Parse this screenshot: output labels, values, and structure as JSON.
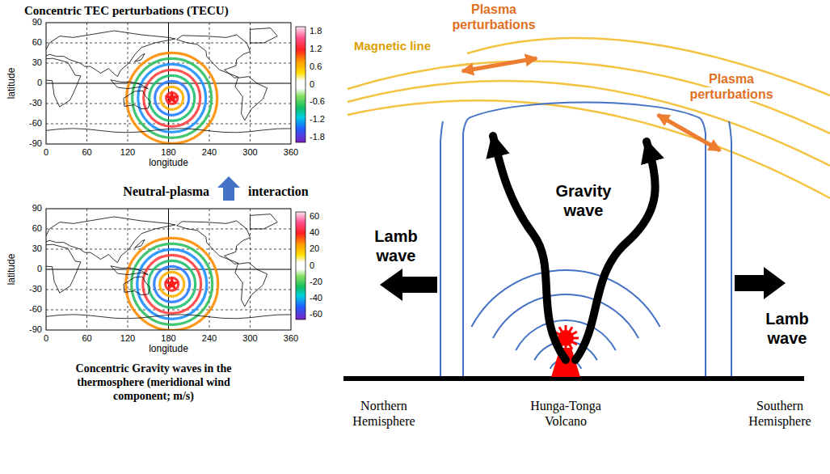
{
  "diagram": {
    "nodes": [
      {
        "text": [
          "Concentric TEC perturbations (TECU)"
        ]
      },
      {
        "text": [
          "Concentric Gravity waves in the thermosphere (meridional wind component; m/s)"
        ]
      }
    ],
    "edges": [
      {
        "from": 1,
        "to": 0,
        "arrow": "to",
        "label": "Neutral-plasma interaction"
      }
    ],
    "labels": [
      "90",
      "60",
      "30",
      "0",
      "-30",
      "-60",
      "-90",
      "0",
      "60",
      "120",
      "180",
      "240",
      "300",
      "360",
      "latitude",
      "longitude",
      "1.8",
      "1.2",
      "0.6",
      "0",
      "-0.6",
      "-1.2",
      "-1.8",
      "90",
      "60",
      "30",
      "0",
      "-30",
      "-60",
      "-90",
      "0",
      "60",
      "120",
      "180",
      "240",
      "300",
      "360",
      "latitude",
      "longitude",
      "60",
      "40",
      "20",
      "0",
      "-20",
      "-40",
      "-60",
      "Plasma perturbations",
      "Magnetic line",
      "Plasma perturbations",
      "Gravity wave",
      "Lamb wave",
      "Lamb wave",
      "Northern Hemisphere",
      "Hunga-Tonga Volcano",
      "Southern Hemisphere"
    ]
  }
}
